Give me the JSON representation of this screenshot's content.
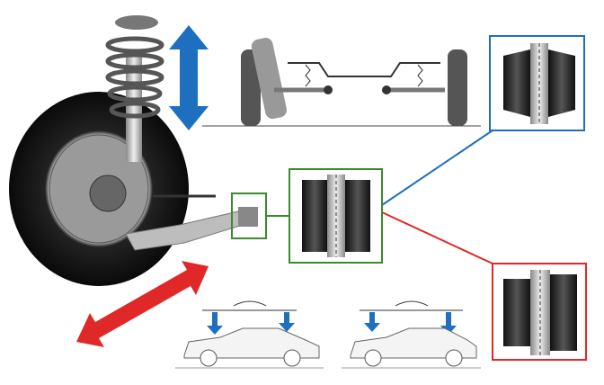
{
  "colors": {
    "blue_accent": "#1f6fc0",
    "green_frame": "#3a8a2e",
    "red_accent": "#e02828",
    "bushing_dark": "#2a2a2a",
    "bushing_metal": "#c8c8c8"
  },
  "icons": {
    "vertical_motion": "double-arrow-vertical",
    "lateral_motion": "double-arrow-diagonal",
    "load_arrow": "arrow-down"
  }
}
